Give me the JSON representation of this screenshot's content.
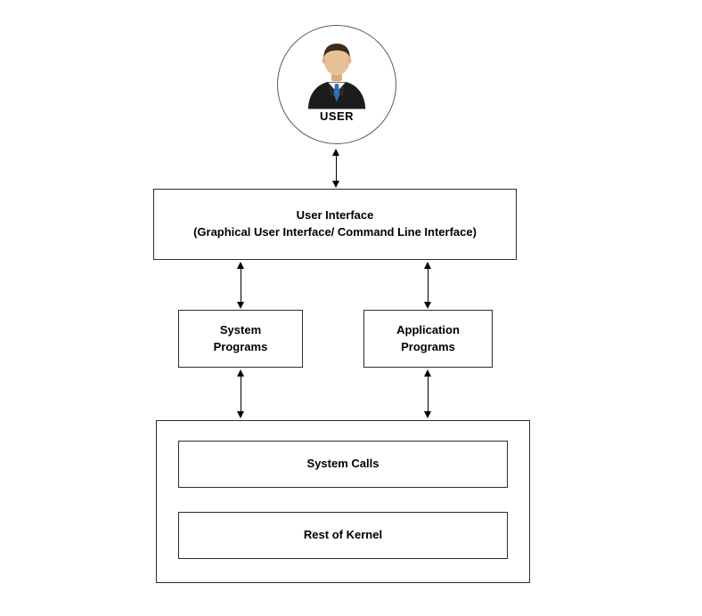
{
  "colors": {
    "background": "#ffffff",
    "stroke": "#2d2d2d",
    "arrow": "#000000",
    "suit": "#1c1c1c",
    "shirt": "#ffffff",
    "tie": "#2f6fb6",
    "skin": "#e9c197",
    "hair": "#3d2b1f"
  },
  "diagram": {
    "user": {
      "label": "USER"
    },
    "user_interface": {
      "line1": "User Interface",
      "line2": "(Graphical User Interface/ Command Line Interface)"
    },
    "system_programs": {
      "line1": "System",
      "line2": "Programs"
    },
    "application_programs": {
      "line1": "Application",
      "line2": "Programs"
    },
    "system_calls": {
      "label": "System Calls"
    },
    "rest_of_kernel": {
      "label": "Rest of Kernel"
    }
  }
}
